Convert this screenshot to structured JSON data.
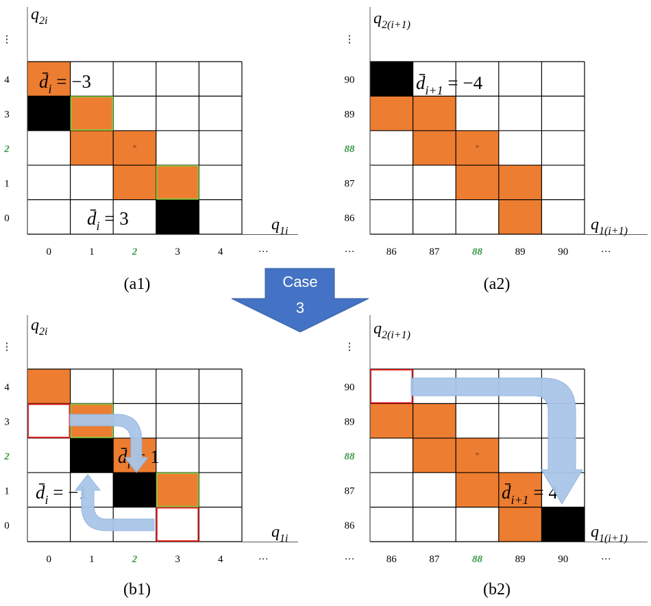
{
  "case_label": [
    "Case",
    "3"
  ],
  "colors": {
    "orange": "#ED7D31",
    "black": "#000000",
    "green_outline": "#8CC63F",
    "red_outline": "#E02020",
    "arrow_fill": "#A9C6E8",
    "case_arrow": "#4472C4",
    "highlight_tick": "#3a9a48"
  },
  "icons": {
    "star": "*",
    "ellipsis_vertical": "⋮",
    "ellipsis_horizontal": "···"
  },
  "panels": [
    {
      "id": "a1",
      "caption": "(a1)",
      "y_axis": {
        "base": "q",
        "sub": "2i"
      },
      "x_axis": {
        "base": "q",
        "sub": "1i"
      },
      "x_ticks": [
        "0",
        "1",
        "2",
        "3",
        "4",
        "···"
      ],
      "y_ticks": [
        "0",
        "1",
        "2",
        "3",
        "4",
        "⋮"
      ],
      "highlight_tick": "2",
      "annotations": [
        {
          "text": "d̄",
          "sub": "i",
          "rest": " = −3"
        },
        {
          "text": "d̄",
          "sub": "i",
          "rest": " = 3"
        }
      ],
      "cells": [
        {
          "col": 0,
          "row": 4,
          "fill": "orange"
        },
        {
          "col": 0,
          "row": 3,
          "fill": "black"
        },
        {
          "col": 1,
          "row": 3,
          "fill": "orange",
          "outline": "green"
        },
        {
          "col": 1,
          "row": 2,
          "fill": "orange"
        },
        {
          "col": 2,
          "row": 2,
          "fill": "orange",
          "star": true
        },
        {
          "col": 2,
          "row": 1,
          "fill": "orange"
        },
        {
          "col": 3,
          "row": 1,
          "fill": "orange",
          "outline": "green"
        },
        {
          "col": 3,
          "row": 0,
          "fill": "black"
        }
      ]
    },
    {
      "id": "a2",
      "caption": "(a2)",
      "y_axis": {
        "base": "q",
        "sub": "2(i+1)"
      },
      "x_axis": {
        "base": "q",
        "sub": "1(i+1)"
      },
      "x_ticks": [
        "86",
        "87",
        "88",
        "89",
        "90",
        "···"
      ],
      "x_lead": "···",
      "y_ticks": [
        "86",
        "87",
        "88",
        "89",
        "90",
        "⋮"
      ],
      "highlight_tick": "88",
      "annotations": [
        {
          "text": "d̄",
          "sub": "i+1",
          "rest": " = −4"
        }
      ],
      "cells": [
        {
          "col": 0,
          "row": 4,
          "fill": "black"
        },
        {
          "col": 0,
          "row": 3,
          "fill": "orange"
        },
        {
          "col": 1,
          "row": 3,
          "fill": "orange"
        },
        {
          "col": 1,
          "row": 2,
          "fill": "orange"
        },
        {
          "col": 2,
          "row": 2,
          "fill": "orange",
          "star": true
        },
        {
          "col": 2,
          "row": 1,
          "fill": "orange"
        },
        {
          "col": 3,
          "row": 1,
          "fill": "orange"
        },
        {
          "col": 3,
          "row": 0,
          "fill": "orange"
        }
      ]
    },
    {
      "id": "b1",
      "caption": "(b1)",
      "y_axis": {
        "base": "q",
        "sub": "2i"
      },
      "x_axis": {
        "base": "q",
        "sub": "1i"
      },
      "x_ticks": [
        "0",
        "1",
        "2",
        "3",
        "4",
        "···"
      ],
      "y_ticks": [
        "0",
        "1",
        "2",
        "3",
        "4",
        "⋮"
      ],
      "highlight_tick": "2",
      "annotations": [
        {
          "text": "d̄",
          "sub": "i",
          "rest": " = 1"
        },
        {
          "text": "d̄",
          "sub": "i",
          "rest": " = −1"
        }
      ],
      "cells": [
        {
          "col": 0,
          "row": 4,
          "fill": "orange"
        },
        {
          "col": 0,
          "row": 3,
          "fill": "white",
          "outline": "red"
        },
        {
          "col": 1,
          "row": 3,
          "fill": "orange",
          "outline": "green"
        },
        {
          "col": 1,
          "row": 2,
          "fill": "black"
        },
        {
          "col": 2,
          "row": 2,
          "fill": "orange"
        },
        {
          "col": 2,
          "row": 1,
          "fill": "black"
        },
        {
          "col": 3,
          "row": 1,
          "fill": "orange",
          "outline": "green"
        },
        {
          "col": 3,
          "row": 0,
          "fill": "white",
          "outline": "red"
        }
      ]
    },
    {
      "id": "b2",
      "caption": "(b2)",
      "y_axis": {
        "base": "q",
        "sub": "2(i+1)"
      },
      "x_axis": {
        "base": "q",
        "sub": "1(i+1)"
      },
      "x_ticks": [
        "86",
        "87",
        "88",
        "89",
        "90",
        "···"
      ],
      "x_lead": "···",
      "y_ticks": [
        "86",
        "87",
        "88",
        "89",
        "90",
        "⋮"
      ],
      "highlight_tick": "88",
      "annotations": [
        {
          "text": "d̄",
          "sub": "i+1",
          "rest": " = 4"
        }
      ],
      "cells": [
        {
          "col": 0,
          "row": 4,
          "fill": "white",
          "outline": "red"
        },
        {
          "col": 0,
          "row": 3,
          "fill": "orange"
        },
        {
          "col": 1,
          "row": 3,
          "fill": "orange"
        },
        {
          "col": 1,
          "row": 2,
          "fill": "orange"
        },
        {
          "col": 2,
          "row": 2,
          "fill": "orange",
          "star": true
        },
        {
          "col": 2,
          "row": 1,
          "fill": "orange"
        },
        {
          "col": 3,
          "row": 1,
          "fill": "orange"
        },
        {
          "col": 3,
          "row": 0,
          "fill": "orange"
        },
        {
          "col": 4,
          "row": 0,
          "fill": "black"
        }
      ]
    }
  ]
}
